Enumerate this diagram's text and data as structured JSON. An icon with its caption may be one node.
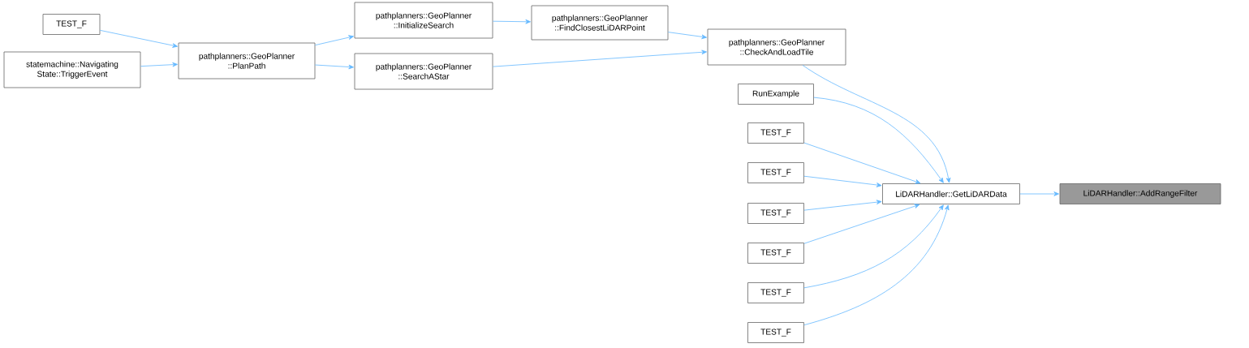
{
  "diagram": {
    "nodes": [
      {
        "text": [
          "TEST_F"
        ]
      },
      {
        "text": [
          "statemachine::Navigating State::TriggerEvent"
        ]
      },
      {
        "text": [
          "pathplanners::GeoPlanner ::PlanPath"
        ]
      },
      {
        "text": [
          "pathplanners::GeoPlanner ::InitializeSearch"
        ]
      },
      {
        "text": [
          "pathplanners::GeoPlanner ::SearchAStar"
        ]
      },
      {
        "text": [
          "pathplanners::GeoPlanner ::FindClosestLiDARPoint"
        ]
      },
      {
        "text": [
          "pathplanners::GeoPlanner ::CheckAndLoadTile"
        ]
      },
      {
        "text": [
          "RunExample"
        ]
      },
      {
        "text": [
          "TEST_F"
        ]
      },
      {
        "text": [
          "TEST_F"
        ]
      },
      {
        "text": [
          "TEST_F"
        ]
      },
      {
        "text": [
          "TEST_F"
        ]
      },
      {
        "text": [
          "TEST_F"
        ]
      },
      {
        "text": [
          "TEST_F"
        ]
      },
      {
        "text": [
          "LiDARHandler::GetLiDARData"
        ]
      },
      {
        "text": [
          "LiDARHandler::AddRangeFilter"
        ]
      }
    ],
    "edges": [
      {
        "from": 0,
        "to": 2,
        "arrow": "to"
      },
      {
        "from": 1,
        "to": 2,
        "arrow": "to"
      },
      {
        "from": 2,
        "to": 3,
        "arrow": "to"
      },
      {
        "from": 2,
        "to": 4,
        "arrow": "to"
      },
      {
        "from": 3,
        "to": 5,
        "arrow": "to"
      },
      {
        "from": 5,
        "to": 6,
        "arrow": "to"
      },
      {
        "from": 4,
        "to": 6,
        "arrow": "to"
      },
      {
        "from": 6,
        "to": 14,
        "arrow": "to"
      },
      {
        "from": 7,
        "to": 14,
        "arrow": "to"
      },
      {
        "from": 8,
        "to": 14,
        "arrow": "to"
      },
      {
        "from": 9,
        "to": 14,
        "arrow": "to"
      },
      {
        "from": 10,
        "to": 14,
        "arrow": "to"
      },
      {
        "from": 11,
        "to": 14,
        "arrow": "to"
      },
      {
        "from": 12,
        "to": 14,
        "arrow": "to"
      },
      {
        "from": 13,
        "to": 14,
        "arrow": "to"
      },
      {
        "from": 14,
        "to": 15,
        "arrow": "to"
      }
    ]
  }
}
